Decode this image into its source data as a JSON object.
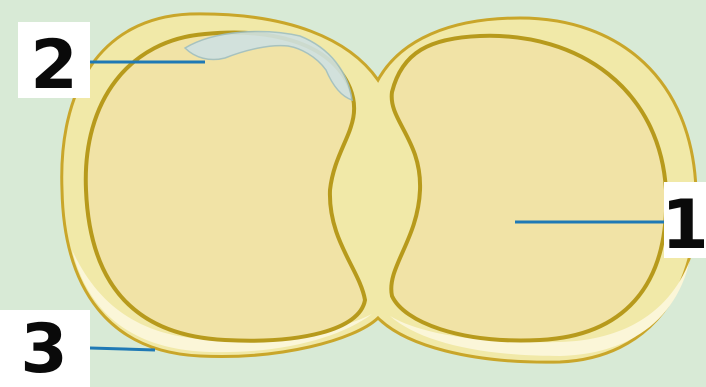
{
  "diagram": {
    "colors": {
      "background": "#d8ead6",
      "coat": "#f1e9a8",
      "coat_outline": "#c9a62a",
      "coat_rim": "#fbf6d8",
      "cotyledon": "#f1e3a6",
      "cotyledon_outline": "#b79a1c",
      "embryo": "#cfe1e2",
      "leader_line": "#1f79b5",
      "label_text": "#0a0a0a"
    },
    "labels": [
      {
        "id": "label-2",
        "text": "2"
      },
      {
        "id": "label-1",
        "text": "1"
      },
      {
        "id": "label-3",
        "text": "3"
      }
    ]
  }
}
